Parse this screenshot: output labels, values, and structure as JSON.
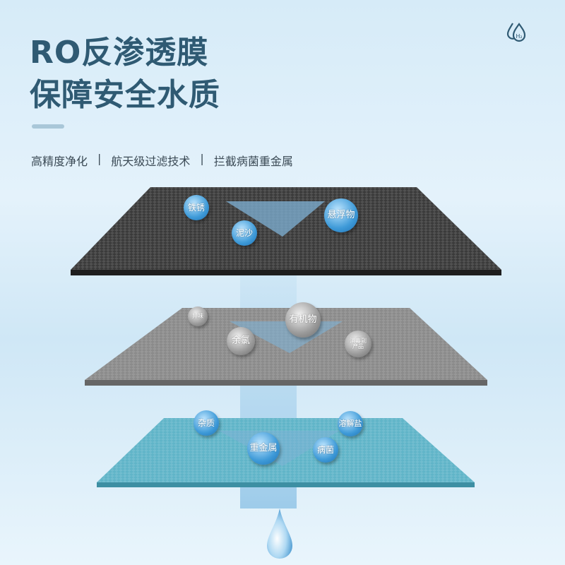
{
  "headline": {
    "line1": "RO反渗透膜",
    "line2": "保障安全水质"
  },
  "features": [
    "高精度净化",
    "航天级过滤技术",
    "拦截病菌重金属"
  ],
  "separator": "|",
  "logo": {
    "icon": "h2-water-drops-icon",
    "text": "H₂"
  },
  "layers": [
    {
      "name": "top",
      "color": "#3a3a3a",
      "bubbles": [
        "铁锈",
        "泥沙",
        "悬浮物"
      ]
    },
    {
      "name": "middle",
      "color": "#8a8a8a",
      "bubbles": [
        "异味",
        "有机物",
        "余氯",
        "消毒副产品"
      ]
    },
    {
      "name": "bottom",
      "color": "#5fb4c8",
      "bubbles": [
        "杂质",
        "溶解盐",
        "重金属",
        "病菌"
      ]
    }
  ],
  "colors": {
    "title": "#2f5a73",
    "arrow": "#7fb2d6"
  }
}
